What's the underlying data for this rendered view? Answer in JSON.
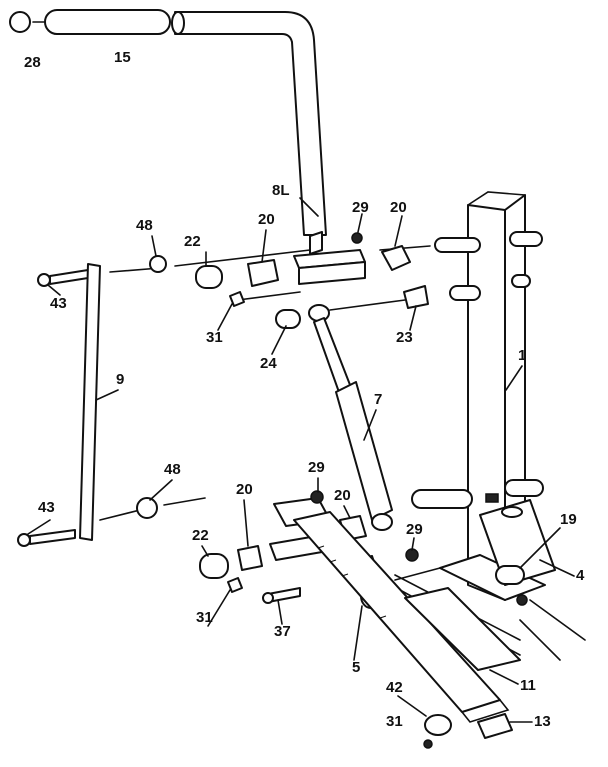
{
  "labels": {
    "l28": "28",
    "l15": "15",
    "l8l": "8L",
    "l29a": "29",
    "l20a": "20",
    "l48a": "48",
    "l22a": "22",
    "l20b": "20",
    "l43a": "43",
    "l31a": "31",
    "l24": "24",
    "l23": "23",
    "l1": "1",
    "l9": "9",
    "l7": "7",
    "l48b": "48",
    "l29b": "29",
    "l20c": "20",
    "l20d": "20",
    "l43b": "43",
    "l22b": "22",
    "l29c": "29",
    "l19": "19",
    "l4": "4",
    "l31b": "31",
    "l37": "37",
    "l5": "5",
    "l11": "11",
    "l42": "42",
    "l31c": "31",
    "l13": "13"
  },
  "colors": {
    "ink": "#111111",
    "paper": "#ffffff"
  }
}
